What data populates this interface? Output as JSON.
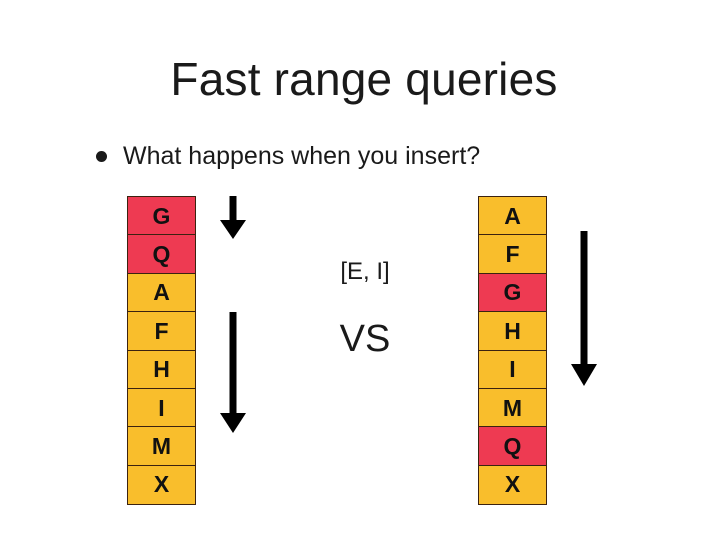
{
  "slide": {
    "title": "Fast range queries",
    "bullets": [
      {
        "marker": "bullet-dot",
        "text": "What happens when you insert?"
      }
    ]
  },
  "colors": {
    "yellow": "#F9BE2C",
    "red": "#EE3A52",
    "border": "#3b2210",
    "text": "#111111",
    "background": "#FFFFFF",
    "arrow": "#000000"
  },
  "diagram": {
    "left_column": {
      "name": "unsorted-array",
      "cells": [
        {
          "label": "G",
          "fill": "red"
        },
        {
          "label": "Q",
          "fill": "red"
        },
        {
          "label": "A",
          "fill": "yellow"
        },
        {
          "label": "F",
          "fill": "yellow"
        },
        {
          "label": "H",
          "fill": "yellow"
        },
        {
          "label": "I",
          "fill": "yellow"
        },
        {
          "label": "M",
          "fill": "yellow"
        },
        {
          "label": "X",
          "fill": "yellow"
        }
      ]
    },
    "right_column": {
      "name": "sorted-array",
      "cells": [
        {
          "label": "A",
          "fill": "yellow"
        },
        {
          "label": "F",
          "fill": "yellow"
        },
        {
          "label": "G",
          "fill": "red"
        },
        {
          "label": "H",
          "fill": "yellow"
        },
        {
          "label": "I",
          "fill": "yellow"
        },
        {
          "label": "M",
          "fill": "yellow"
        },
        {
          "label": "Q",
          "fill": "red"
        },
        {
          "label": "X",
          "fill": "yellow"
        }
      ]
    },
    "middle": {
      "range_label": "[E, I]",
      "vs_label": "VS"
    },
    "arrows": [
      {
        "name": "left-short-down-arrow",
        "glyph": "down-arrow-icon"
      },
      {
        "name": "left-long-down-arrow",
        "glyph": "down-arrow-icon"
      },
      {
        "name": "right-long-down-arrow",
        "glyph": "down-arrow-icon"
      }
    ]
  }
}
